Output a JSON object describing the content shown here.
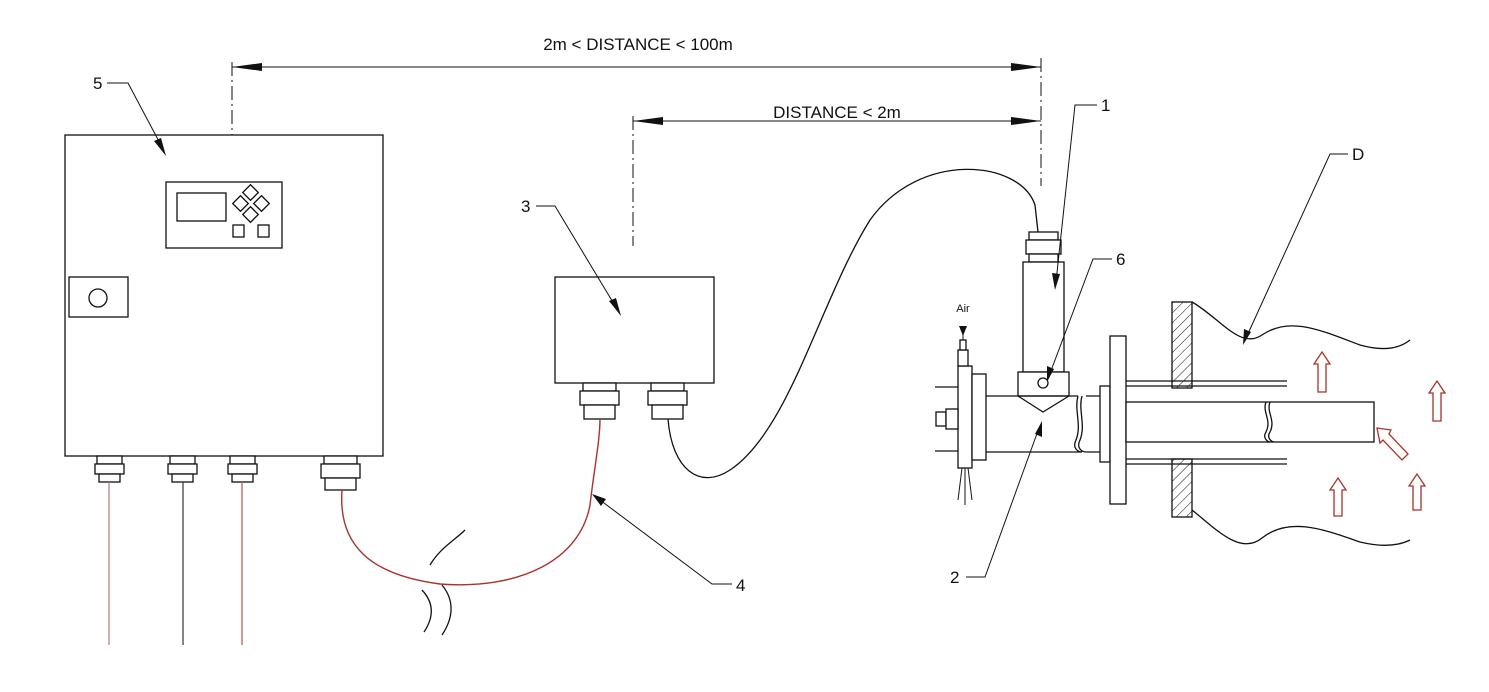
{
  "dimensions": {
    "long": "2m < DISTANCE < 100m",
    "short": "DISTANCE < 2m"
  },
  "labels": {
    "probe": "1",
    "flange_tube": "2",
    "junction_box": "3",
    "cable": "4",
    "control_unit": "5",
    "port": "6",
    "duct": "D",
    "air": "Air"
  },
  "colors": {
    "line": "#111111",
    "cable": "#a8332c",
    "flow_arrow": "#a8332c"
  }
}
